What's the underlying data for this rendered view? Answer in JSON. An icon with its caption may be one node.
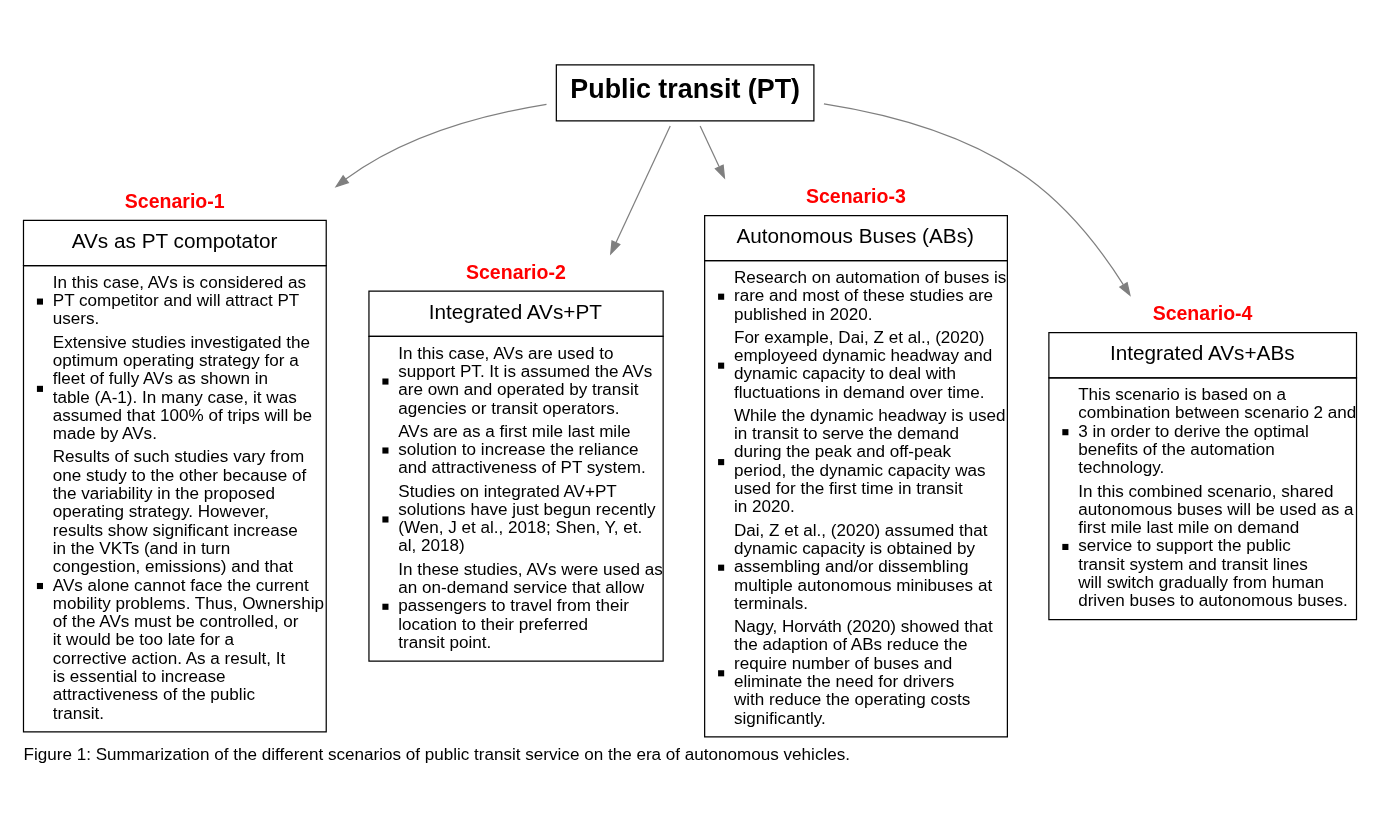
{
  "diagram": {
    "caption": "Figure 1: Summarization of the different scenarios of public transit service on the era of autonomous vehicles.",
    "nodes": [
      {
        "text": [
          "Public transit (PT)"
        ]
      },
      {
        "text": [
          "AVs as PT compotator",
          "In this case, AVs is considered as PT competitor and will attract PT users.",
          "Extensive studies investigated the optimum operating strategy for a fleet of fully AVs as shown in table (A-1). In many case, it was assumed that 100% of trips will be made by AVs.",
          "Results of such studies vary from one study to the other because of the variability in the proposed operating strategy. However, results show significant increase in the VKTs (and in turn congestion, emissions) and that AVs alone cannot face the current mobility problems. Thus, Ownership of the AVs must be controlled, or it would be too late for a corrective action. As a result, It is essential to increase attractiveness of the public transit."
        ],
        "beside": [
          "Scenario-1"
        ]
      },
      {
        "text": [
          "Integrated AVs+PT",
          "In this case, AVs are used to support PT. It is assumed the AVs are own and operated by transit agencies or transit operators.",
          "AVs are as a first mile last mile solution to increase the reliance and attractiveness of PT system.",
          "Studies on integrated AV+PT solutions have just begun recently (Wen, J et al., 2018; Shen, Y, et. al, 2018)",
          "In these studies, AVs were used as an on-demand service that allow passengers to travel from their location to their preferred transit point."
        ],
        "beside": [
          "Scenario-2"
        ]
      },
      {
        "text": [
          "Autonomous Buses (ABs)",
          "Research on automation of buses is rare and most of these studies are published in 2020.",
          "For example, Dai, Z et al., (2020) employeed dynamic headway and dynamic capacity to deal with fluctuations in demand over time.",
          "While the dynamic headway is used in transit to serve the demand during the peak and off-peak period, the dynamic capacity was used for the first time in transit in 2020.",
          "Dai, Z et al., (2020) assumed that dynamic capacity is obtained by assembling and/or dissembling multiple autonomous minibuses at terminals.",
          "Nagy, Horváth (2020) showed that the adaption of ABs reduce the require number of buses and eliminate the need for drivers with reduce the operating costs significantly."
        ],
        "beside": [
          "Scenario-3"
        ]
      },
      {
        "text": [
          "Integrated AVs+ABs",
          "This scenario is based on a combination between scenario 2 and 3 in order to derive the optimal benefits of the automation technology.",
          "In this combined scenario, shared autonomous buses will be used as a first mile last mile on demand service to support the public transit system and transit lines will switch gradually from human driven buses to autonomous buses."
        ],
        "beside": [
          "Scenario-4"
        ]
      }
    ],
    "edges": [
      {
        "from": 0,
        "to": 1,
        "arrow": "to"
      },
      {
        "from": 0,
        "to": 2,
        "arrow": "to"
      },
      {
        "from": 0,
        "to": 3,
        "arrow": "to"
      },
      {
        "from": 0,
        "to": 4,
        "arrow": "to"
      }
    ]
  }
}
